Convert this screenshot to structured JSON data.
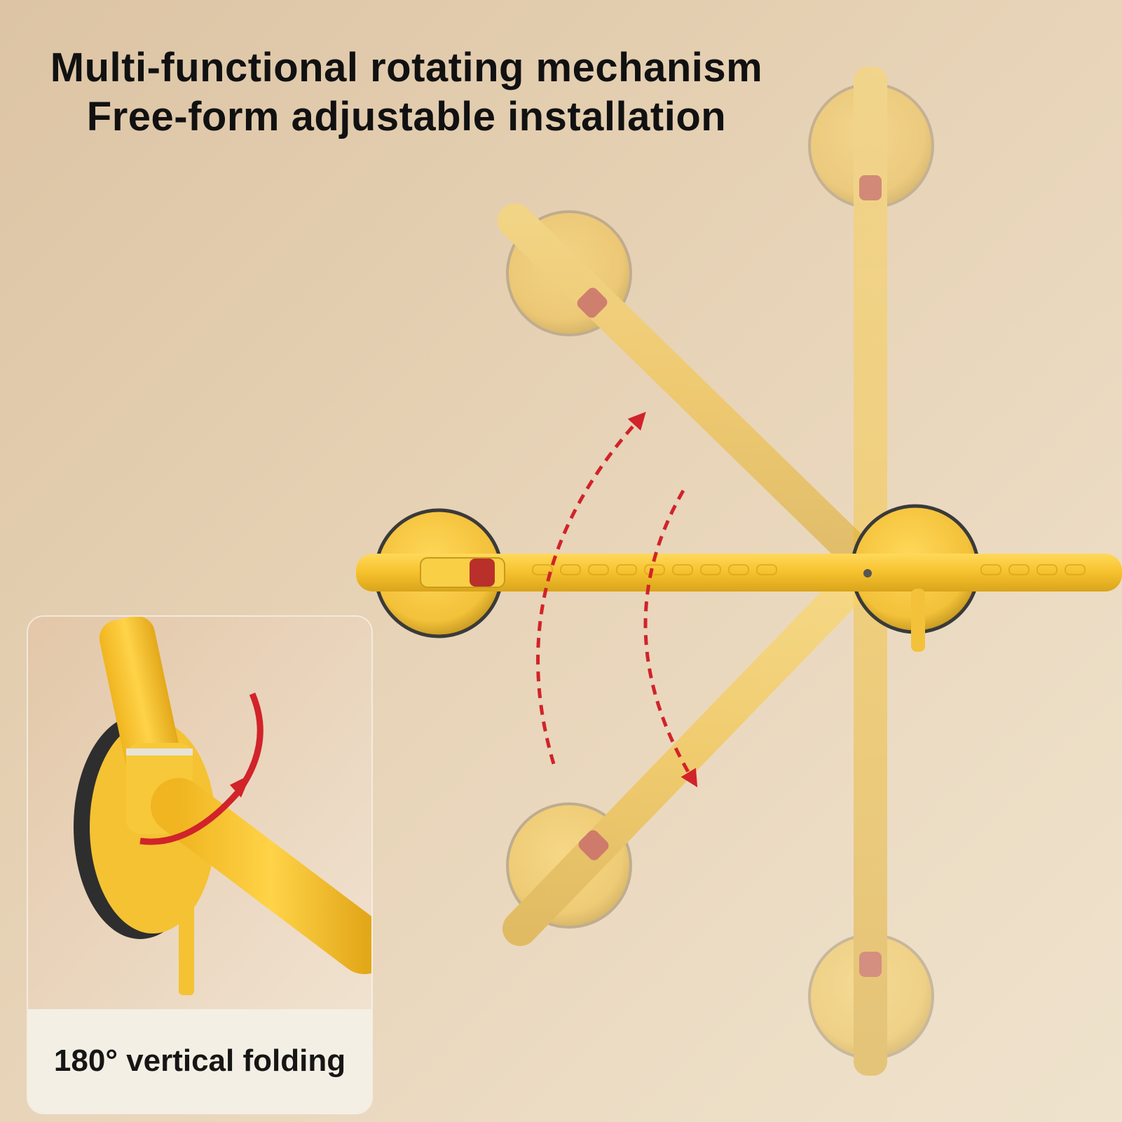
{
  "headline": {
    "line1": "Multi-functional rotating mechanism",
    "line2": "Free-form adjustable installation"
  },
  "inset": {
    "caption": "180° vertical folding"
  },
  "colors": {
    "bar_yellow": "#f6c12d",
    "suction_cup": "#f3c63a",
    "cap_red": "#b9302a",
    "arrow_red": "#d1232a",
    "wall_beige": "#e6d1b4"
  }
}
